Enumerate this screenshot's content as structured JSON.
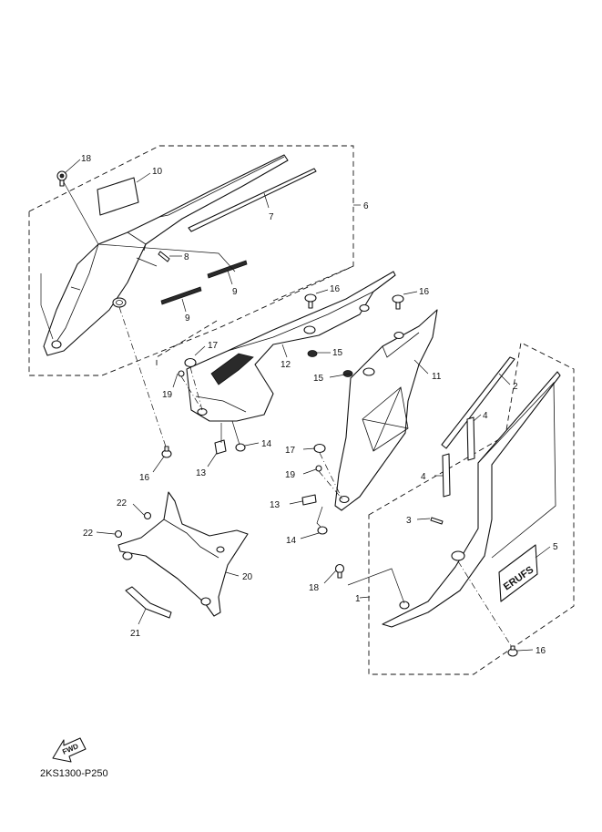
{
  "diagram": {
    "code": "2KS1300-P250",
    "fwd_label": "FWD",
    "badge_text": "ERUFS",
    "callouts": [
      {
        "id": "c18a",
        "label": "18"
      },
      {
        "id": "c10",
        "label": "10"
      },
      {
        "id": "c7",
        "label": "7"
      },
      {
        "id": "c6",
        "label": "6"
      },
      {
        "id": "c8",
        "label": "8"
      },
      {
        "id": "c9a",
        "label": "9"
      },
      {
        "id": "c9b",
        "label": "9"
      },
      {
        "id": "c16a",
        "label": "16"
      },
      {
        "id": "c16b",
        "label": "16"
      },
      {
        "id": "c15a",
        "label": "15"
      },
      {
        "id": "c15b",
        "label": "15"
      },
      {
        "id": "c12",
        "label": "12"
      },
      {
        "id": "c11",
        "label": "11"
      },
      {
        "id": "c17a",
        "label": "17"
      },
      {
        "id": "c19a",
        "label": "19"
      },
      {
        "id": "c14a",
        "label": "14"
      },
      {
        "id": "c13a",
        "label": "13"
      },
      {
        "id": "c16c",
        "label": "16"
      },
      {
        "id": "c17b",
        "label": "17"
      },
      {
        "id": "c19b",
        "label": "19"
      },
      {
        "id": "c13b",
        "label": "13"
      },
      {
        "id": "c14b",
        "label": "14"
      },
      {
        "id": "c2",
        "label": "2"
      },
      {
        "id": "c4a",
        "label": "4"
      },
      {
        "id": "c4b",
        "label": "4"
      },
      {
        "id": "c3",
        "label": "3"
      },
      {
        "id": "c5",
        "label": "5"
      },
      {
        "id": "c18b",
        "label": "18"
      },
      {
        "id": "c1",
        "label": "1"
      },
      {
        "id": "c16d",
        "label": "16"
      },
      {
        "id": "c22a",
        "label": "22"
      },
      {
        "id": "c22b",
        "label": "22"
      },
      {
        "id": "c20",
        "label": "20"
      },
      {
        "id": "c21",
        "label": "21"
      }
    ]
  }
}
